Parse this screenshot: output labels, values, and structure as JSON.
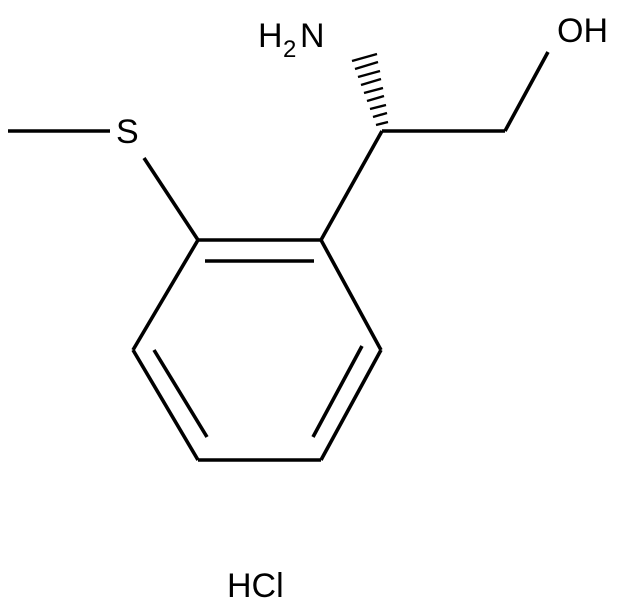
{
  "molecule": {
    "amine": {
      "symbol": "H",
      "count": "2",
      "element": "N"
    },
    "hydroxyl": "OH",
    "thioether": "S",
    "salt": "HCl"
  }
}
